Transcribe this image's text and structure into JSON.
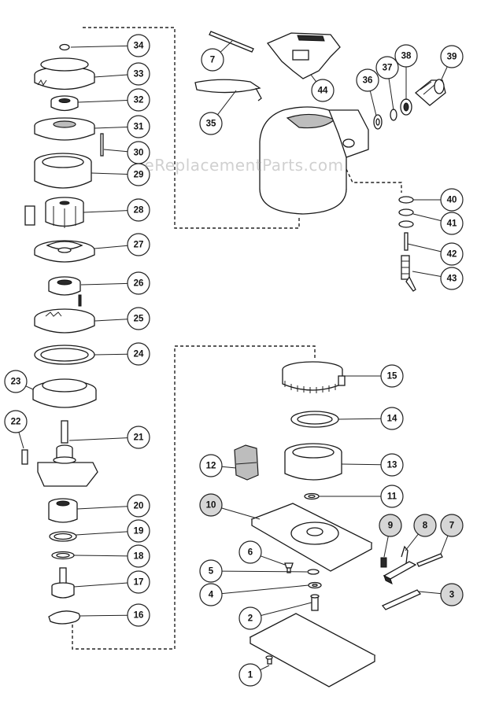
{
  "watermark": "eReplacementParts.com",
  "colors": {
    "plain_bubble": "#ffffff",
    "shaded_bubble": "#d6d6d6",
    "ink": "#1a1a1a"
  },
  "callouts": [
    {
      "label": "34",
      "shaded": false
    },
    {
      "label": "33",
      "shaded": false
    },
    {
      "label": "32",
      "shaded": false
    },
    {
      "label": "31",
      "shaded": false
    },
    {
      "label": "30",
      "shaded": false
    },
    {
      "label": "29",
      "shaded": false
    },
    {
      "label": "28",
      "shaded": false
    },
    {
      "label": "27",
      "shaded": false
    },
    {
      "label": "26",
      "shaded": false
    },
    {
      "label": "25",
      "shaded": false
    },
    {
      "label": "24",
      "shaded": false
    },
    {
      "label": "23",
      "shaded": false
    },
    {
      "label": "22",
      "shaded": false
    },
    {
      "label": "21",
      "shaded": false
    },
    {
      "label": "20",
      "shaded": false
    },
    {
      "label": "19",
      "shaded": false
    },
    {
      "label": "18",
      "shaded": false
    },
    {
      "label": "17",
      "shaded": false
    },
    {
      "label": "16",
      "shaded": false
    },
    {
      "label": "7",
      "shaded": false
    },
    {
      "label": "44",
      "shaded": false
    },
    {
      "label": "35",
      "shaded": false
    },
    {
      "label": "36",
      "shaded": false
    },
    {
      "label": "37",
      "shaded": false
    },
    {
      "label": "38",
      "shaded": false
    },
    {
      "label": "39",
      "shaded": false
    },
    {
      "label": "40",
      "shaded": false
    },
    {
      "label": "41",
      "shaded": false
    },
    {
      "label": "42",
      "shaded": false
    },
    {
      "label": "43",
      "shaded": false
    },
    {
      "label": "15",
      "shaded": false
    },
    {
      "label": "14",
      "shaded": false
    },
    {
      "label": "13",
      "shaded": false
    },
    {
      "label": "12",
      "shaded": false
    },
    {
      "label": "11",
      "shaded": false
    },
    {
      "label": "10",
      "shaded": true
    },
    {
      "label": "9",
      "shaded": true
    },
    {
      "label": "8",
      "shaded": true
    },
    {
      "label": "7",
      "shaded": true
    },
    {
      "label": "6",
      "shaded": false
    },
    {
      "label": "5",
      "shaded": false
    },
    {
      "label": "4",
      "shaded": false
    },
    {
      "label": "3",
      "shaded": true
    },
    {
      "label": "2",
      "shaded": false
    },
    {
      "label": "1",
      "shaded": false
    }
  ]
}
